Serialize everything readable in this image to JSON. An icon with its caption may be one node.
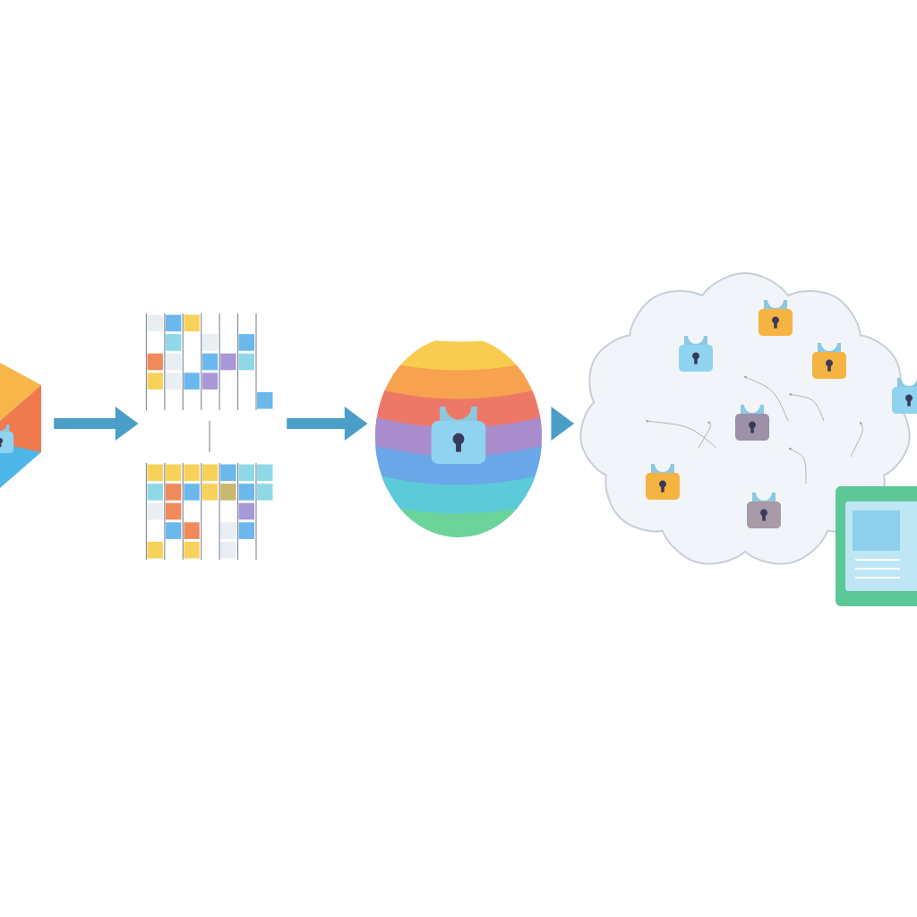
{
  "diagram": {
    "nodes": [
      {
        "text": [],
        "shape": "picture"
      },
      {
        "text": [],
        "shape": "picture"
      },
      {
        "text": [],
        "shape": "picture"
      },
      {
        "text": [],
        "shape": "cloud"
      },
      {
        "text": [],
        "shape": "picture"
      }
    ],
    "edges": [
      {
        "from": 0,
        "to": 1,
        "arrow": "to"
      },
      {
        "from": 1,
        "to": 2,
        "arrow": "to"
      },
      {
        "from": 2,
        "to": 3,
        "arrow": "to"
      }
    ]
  }
}
